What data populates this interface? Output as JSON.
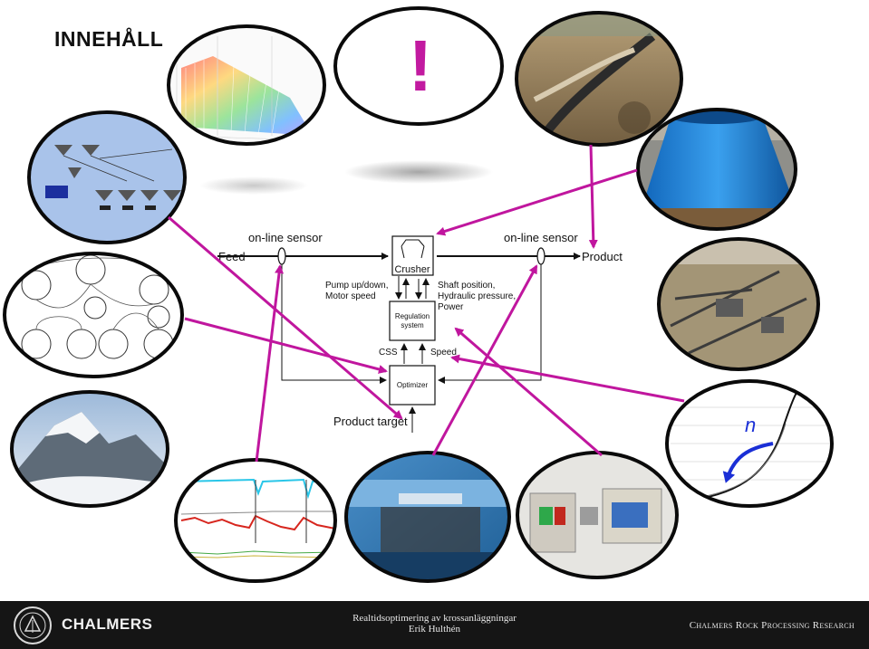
{
  "title": "INNEHÅLL",
  "exclamation": "!",
  "diagram": {
    "online_sensor_left": "on-line sensor",
    "online_sensor_right": "on-line sensor",
    "feed": "Feed",
    "product": "Product",
    "crusher": "Crusher",
    "pump_line1": "Pump up/down,",
    "pump_line2": "Motor speed",
    "shaft_line1": "Shaft position,",
    "shaft_line2": "Hydraulic pressure,",
    "shaft_line3": "Power",
    "regulation_line1": "Regulation",
    "regulation_line2": "system",
    "css": "CSS",
    "speed": "Speed",
    "optimizer": "Optimizer",
    "product_target": "Product target"
  },
  "curve_label": "n",
  "footer": {
    "logo_text": "CHALMERS",
    "center_line1": "Realtidsoptimering av krossanläggningar",
    "center_line2": "Erik Hulthén",
    "right_text": "Chalmers Rock Processing Research"
  },
  "colors": {
    "arrow": "#c0169e",
    "exclamation": "#c21aa0",
    "footer_bg": "#151515",
    "curve_arrow": "#1a2fd6"
  }
}
